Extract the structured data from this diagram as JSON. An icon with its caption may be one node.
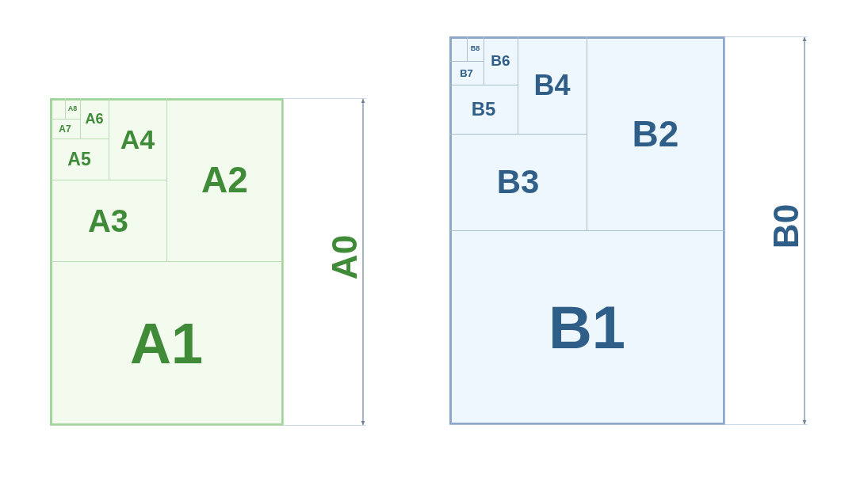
{
  "diagram": {
    "nodes": [
      {
        "text": [],
        "shape": "box",
        "beside": [
          "A0"
        ]
      },
      {
        "text": [],
        "shape": "box",
        "in": 0
      },
      {
        "text": [
          "A8"
        ],
        "in": 0
      },
      {
        "text": [
          "A6"
        ],
        "in": 0
      },
      {
        "text": [
          "A4"
        ],
        "in": 0
      },
      {
        "text": [
          "A2"
        ],
        "in": 0
      },
      {
        "text": [
          "A7"
        ],
        "in": 0
      },
      {
        "text": [
          "A5"
        ],
        "in": 0
      },
      {
        "text": [
          "A3"
        ],
        "in": 0
      },
      {
        "text": [
          "A1"
        ],
        "in": 0
      },
      {
        "text": [],
        "shape": "box",
        "beside": [
          "B0"
        ]
      },
      {
        "text": [],
        "shape": "box",
        "in": 10
      },
      {
        "text": [
          "B8"
        ],
        "in": 10
      },
      {
        "text": [
          "B6"
        ],
        "in": 10
      },
      {
        "text": [
          "B4"
        ],
        "in": 10
      },
      {
        "text": [
          "B2"
        ],
        "in": 10
      },
      {
        "text": [
          "B7"
        ],
        "in": 10
      },
      {
        "text": [
          "B5"
        ],
        "in": 10
      },
      {
        "text": [
          "B3"
        ],
        "in": 10
      },
      {
        "text": [
          "B1"
        ],
        "in": 10
      }
    ]
  }
}
